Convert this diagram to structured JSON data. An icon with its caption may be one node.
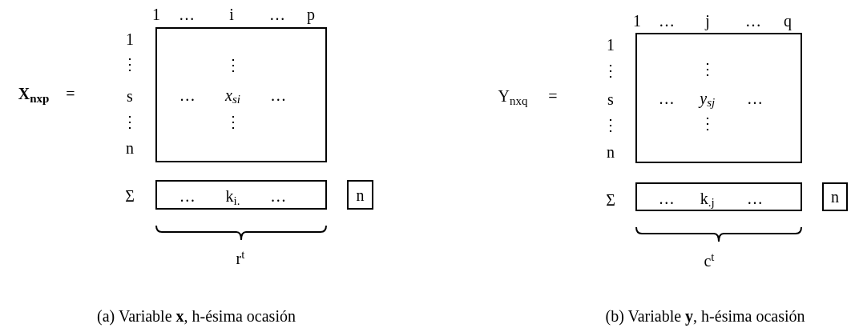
{
  "diagram": {
    "nodes": [
      {
        "text": [
          "⋮",
          "…",
          "x$_{si}$",
          "…",
          "⋮"
        ]
      },
      {
        "text": [
          "…",
          "k$_{i.}$",
          "…"
        ]
      },
      {
        "text": [
          "n"
        ]
      },
      {
        "text": [
          "⋮",
          "…",
          "y$_{sj}$",
          "…",
          "⋮"
        ]
      },
      {
        "text": [
          "…",
          "k$_{.j}$",
          "…"
        ]
      },
      {
        "text": [
          "n"
        ]
      }
    ],
    "edges": [],
    "labels": [
      "1",
      "…",
      "i",
      "…",
      "p",
      "X$_{nxp}$",
      "=",
      "1",
      "⋮",
      "s",
      "⋮",
      "n",
      "Σ",
      "r$^{t}$",
      "1",
      "…",
      "j",
      "…",
      "q",
      "Y$_{nxq}$",
      "=",
      "1",
      "⋮",
      "s",
      "⋮",
      "n",
      "Σ",
      "c$^{t}$",
      "(a) Variable **x**, h-ésima ocasión",
      "(b) Variable **y**, h-ésima ocasión"
    ]
  }
}
